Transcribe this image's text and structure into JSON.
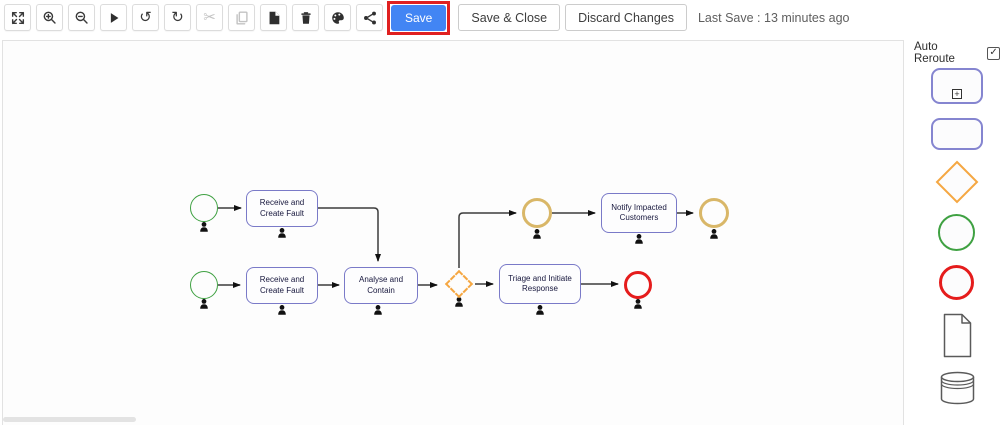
{
  "toolbar": {
    "icon_buttons": [
      {
        "name": "fit-to-screen",
        "enabled": true
      },
      {
        "name": "zoom-in",
        "enabled": true
      },
      {
        "name": "zoom-out",
        "enabled": true
      },
      {
        "name": "play",
        "enabled": true
      },
      {
        "name": "undo",
        "enabled": true,
        "glyph": "↺"
      },
      {
        "name": "redo",
        "enabled": true,
        "glyph": "↻"
      },
      {
        "name": "cut",
        "enabled": false,
        "glyph": "✂"
      },
      {
        "name": "copy",
        "enabled": false
      },
      {
        "name": "paste",
        "enabled": true
      },
      {
        "name": "delete",
        "enabled": true
      },
      {
        "name": "palette",
        "enabled": true
      },
      {
        "name": "share",
        "enabled": true
      }
    ],
    "save_label": "Save",
    "save_and_close_label": "Save & Close",
    "discard_label": "Discard Changes",
    "last_save_text": "Last Save : 13 minutes ago"
  },
  "right_panel": {
    "auto_reroute_label": "Auto Reroute",
    "auto_reroute_checked": true,
    "checkmark_glyph": "✓",
    "subprocess_marker_glyph": "+",
    "shape_items": [
      "subprocess",
      "task",
      "gateway",
      "start-event",
      "end-event",
      "document",
      "data-store"
    ]
  },
  "diagram": {
    "nodes": [
      {
        "id": "start-1",
        "type": "start-event"
      },
      {
        "id": "task-receive-1",
        "type": "user-task",
        "label": "Receive and\nCreate Fault"
      },
      {
        "id": "start-2",
        "type": "start-event"
      },
      {
        "id": "task-receive-2",
        "type": "user-task",
        "label": "Receive and\nCreate Fault"
      },
      {
        "id": "task-analyse",
        "type": "user-task",
        "label": "Analyse and\nContain"
      },
      {
        "id": "gateway-1",
        "type": "gateway"
      },
      {
        "id": "task-triage",
        "type": "user-task",
        "label": "Triage and Initiate\nResponse"
      },
      {
        "id": "end-1",
        "type": "end-event"
      },
      {
        "id": "event-mid-1",
        "type": "intermediate-event"
      },
      {
        "id": "task-notify",
        "type": "user-task",
        "label": "Notify Impacted\nCustomers"
      },
      {
        "id": "event-mid-2",
        "type": "intermediate-event"
      }
    ],
    "edges": [
      {
        "from": "start-1",
        "to": "task-receive-1"
      },
      {
        "from": "task-receive-1",
        "to": "task-analyse"
      },
      {
        "from": "start-2",
        "to": "task-receive-2"
      },
      {
        "from": "task-receive-2",
        "to": "task-analyse"
      },
      {
        "from": "task-analyse",
        "to": "gateway-1"
      },
      {
        "from": "gateway-1",
        "to": "task-triage"
      },
      {
        "from": "task-triage",
        "to": "end-1"
      },
      {
        "from": "gateway-1",
        "to": "event-mid-1"
      },
      {
        "from": "event-mid-1",
        "to": "task-notify"
      },
      {
        "from": "task-notify",
        "to": "event-mid-2"
      }
    ]
  },
  "colors": {
    "save_button_blue": "#4285f4",
    "annotation_red": "#e02020",
    "task_border_purple": "#7a7ac8",
    "start_event_green": "#3fa142",
    "end_event_red": "#e51c1c",
    "intermediate_event_tan": "#d9b768",
    "gateway_orange": "#f5a742"
  }
}
